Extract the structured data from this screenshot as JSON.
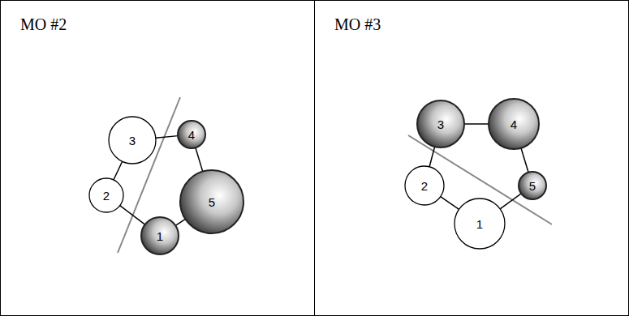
{
  "diagram": {
    "nodes": [
      {
        "text": [
          "MO #2"
        ]
      },
      {
        "text": [
          "1"
        ],
        "in": 0
      },
      {
        "text": [
          "2"
        ],
        "in": 0
      },
      {
        "text": [
          "3"
        ],
        "in": 0
      },
      {
        "text": [
          "4"
        ],
        "in": 0
      },
      {
        "text": [
          "5"
        ],
        "in": 0
      },
      {
        "text": [
          "MO #3"
        ]
      },
      {
        "text": [
          "1"
        ],
        "in": 6
      },
      {
        "text": [
          "2"
        ],
        "in": 6
      },
      {
        "text": [
          "3"
        ],
        "in": 6
      },
      {
        "text": [
          "4"
        ],
        "in": 6
      },
      {
        "text": [
          "5"
        ],
        "in": 6
      }
    ],
    "edges": [
      {
        "from": 1,
        "to": 2,
        "arrow": "none"
      },
      {
        "from": 2,
        "to": 3,
        "arrow": "none"
      },
      {
        "from": 3,
        "to": 4,
        "arrow": "none"
      },
      {
        "from": 4,
        "to": 5,
        "arrow": "none"
      },
      {
        "from": 5,
        "to": 1,
        "arrow": "none"
      },
      {
        "from": 7,
        "to": 8,
        "arrow": "none"
      },
      {
        "from": 8,
        "to": 9,
        "arrow": "none"
      },
      {
        "from": 9,
        "to": 10,
        "arrow": "none"
      },
      {
        "from": 10,
        "to": 11,
        "arrow": "none"
      },
      {
        "from": 11,
        "to": 7,
        "arrow": "none"
      }
    ]
  }
}
